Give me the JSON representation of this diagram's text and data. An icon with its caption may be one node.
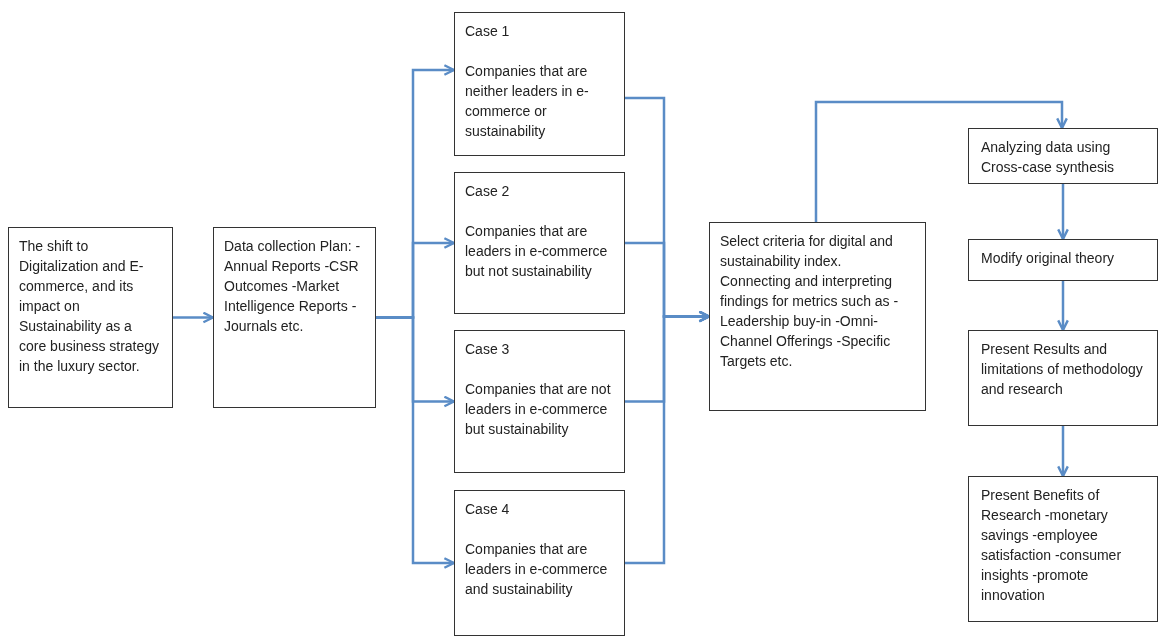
{
  "diagram": {
    "nodes": [
      {
        "text": [
          "The shift to Digitalization and E-commerce, and its impact on Sustainability as a core business strategy in the luxury sector."
        ]
      },
      {
        "text": [
          "Data collection Plan: -Annual Reports -CSR Outcomes -Market Intelligence Reports -Journals etc."
        ]
      },
      {
        "text": [
          "Case 1",
          "Companies that are neither leaders in e-commerce or sustainability"
        ]
      },
      {
        "text": [
          "Case 2",
          "Companies that are leaders in e-commerce but not sustainability"
        ]
      },
      {
        "text": [
          "Case 3",
          "Companies that are not leaders in e-commerce but sustainability"
        ]
      },
      {
        "text": [
          "Case 4",
          "Companies that are leaders in e-commerce and sustainability"
        ]
      },
      {
        "text": [
          "Select criteria for digital and sustainability index. Connecting and interpreting findings for metrics such as -Leadership buy-in -Omni-Channel Offerings -Specific Targets etc."
        ]
      },
      {
        "text": [
          "Analyzing data using Cross-case synthesis"
        ]
      },
      {
        "text": [
          "Modify original theory"
        ]
      },
      {
        "text": [
          "Present Results and limitations of methodology and research"
        ]
      },
      {
        "text": [
          "Present Benefits of Research -monetary savings -employee satisfaction -consumer insights -promote innovation"
        ]
      }
    ],
    "edges": [
      {
        "from": 0,
        "to": 1,
        "arrow": "to"
      },
      {
        "from": 1,
        "to": 2,
        "arrow": "to"
      },
      {
        "from": 1,
        "to": 3,
        "arrow": "to"
      },
      {
        "from": 1,
        "to": 4,
        "arrow": "to"
      },
      {
        "from": 1,
        "to": 5,
        "arrow": "to"
      },
      {
        "from": 2,
        "to": 6,
        "arrow": "to"
      },
      {
        "from": 3,
        "to": 6,
        "arrow": "to"
      },
      {
        "from": 4,
        "to": 6,
        "arrow": "to"
      },
      {
        "from": 5,
        "to": 6,
        "arrow": "to"
      },
      {
        "from": 6,
        "to": 7,
        "arrow": "to"
      },
      {
        "from": 7,
        "to": 8,
        "arrow": "to"
      },
      {
        "from": 8,
        "to": 9,
        "arrow": "to"
      },
      {
        "from": 9,
        "to": 10,
        "arrow": "to"
      }
    ]
  }
}
